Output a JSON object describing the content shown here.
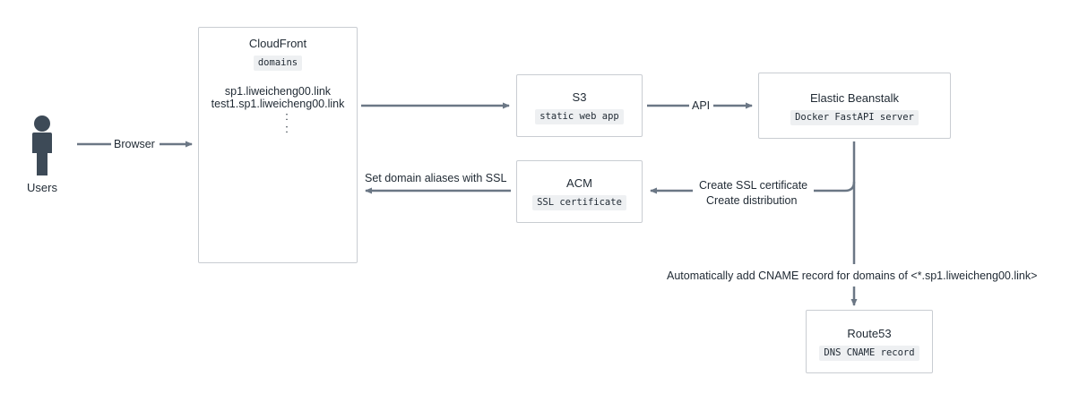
{
  "users": {
    "label": "Users"
  },
  "edges": {
    "browser": "Browser",
    "api": "API",
    "set_alias": "Set domain aliases with SSL",
    "create_ssl": "Create SSL certificate",
    "create_dist": "Create distribution",
    "cname": "Automatically add CNAME record for domains of <*.sp1.liweicheng00.link>"
  },
  "cloudfront": {
    "title": "CloudFront",
    "tag": "domains",
    "domains": [
      "sp1.liweicheng00.link",
      "test1.sp1.liweicheng00.link",
      ":",
      ":"
    ]
  },
  "s3": {
    "title": "S3",
    "tag": "static web app"
  },
  "beanstalk": {
    "title": "Elastic Beanstalk",
    "tag": "Docker FastAPI server"
  },
  "acm": {
    "title": "ACM",
    "tag": "SSL certificate"
  },
  "route53": {
    "title": "Route53",
    "tag": "DNS CNAME record"
  },
  "colors": {
    "line": "#6b7785",
    "user_icon": "#3d4a57",
    "border": "#c9cdd2",
    "code_bg": "#eef0f2"
  }
}
